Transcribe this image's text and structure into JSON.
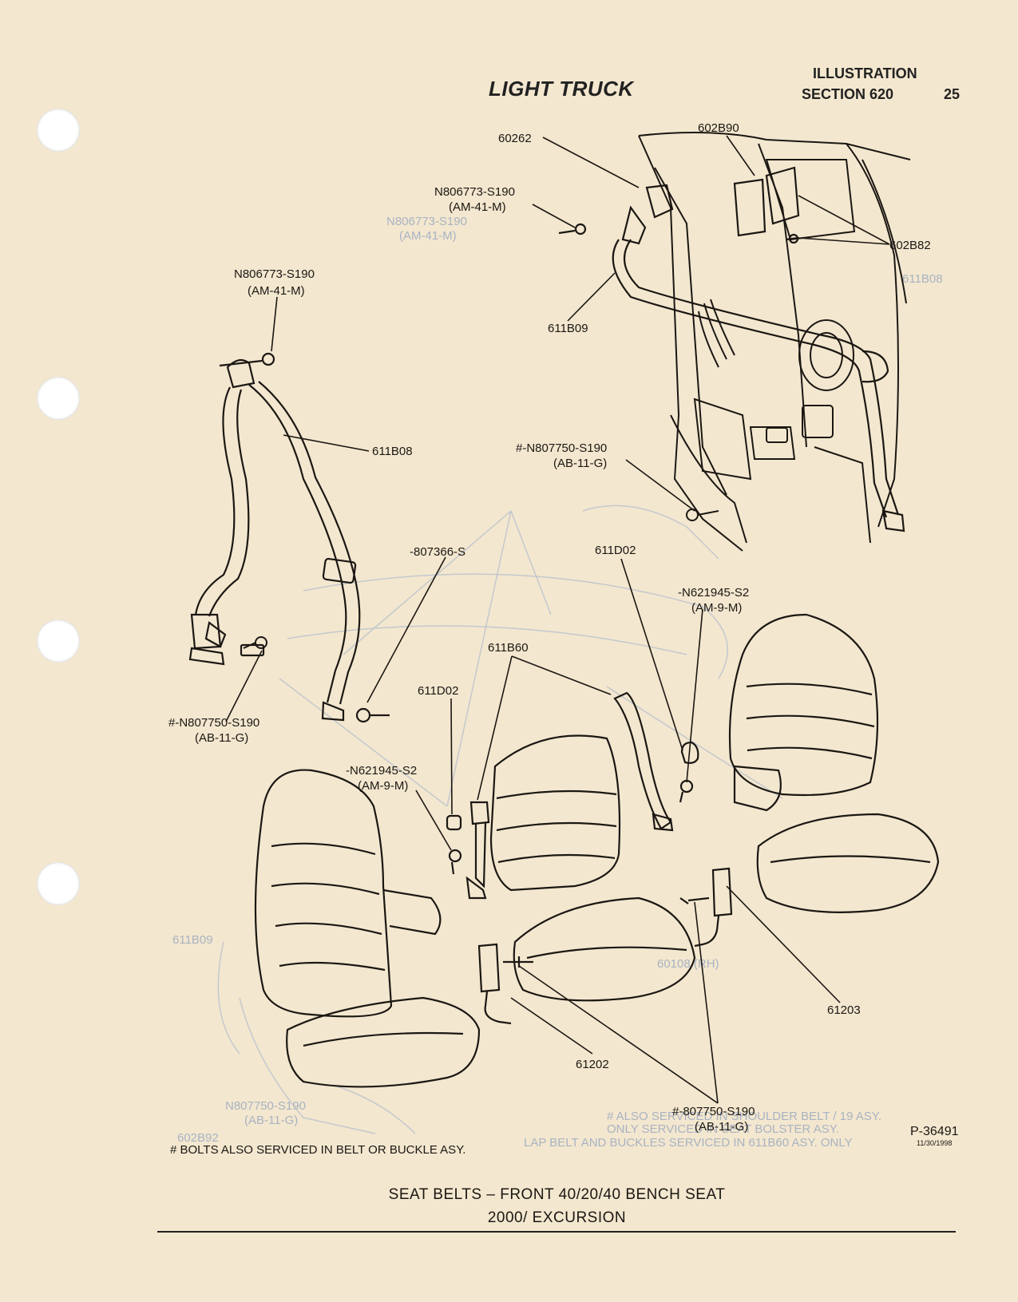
{
  "header": {
    "title": "LIGHT TRUCK",
    "illustration": "ILLUSTRATION",
    "section": "SECTION 620",
    "page": "25"
  },
  "callouts": {
    "c60262": "60262",
    "c602B90": "602B90",
    "cNutTop_part": "N806773-S190",
    "cNutTop_code": "(AM-41-M)",
    "c602B82": "602B82",
    "c611B09": "611B09",
    "cNutLeft_part": "N806773-S190",
    "cNutLeft_code": "(AM-41-M)",
    "c611B08": "611B08",
    "cBoltB_part": "#-N807750-S190",
    "cBoltB_code": "(AB-11-G)",
    "c807366": "-807366-S",
    "c611D02_a": "611D02",
    "cN621945_R_part": "-N621945-S2",
    "cN621945_R_code": "(AM-9-M)",
    "cBoltA_part": "#-N807750-S190",
    "cBoltA_code": "(AB-11-G)",
    "c611B60": "611B60",
    "c611D02_b": "611D02",
    "cN621945_L_part": "-N621945-S2",
    "cN621945_L_code": "(AM-9-M)",
    "c61203": "61203",
    "c61202": "61202",
    "cBoltC_part": "#-807750-S190",
    "cBoltC_code": "(AB-11-G)"
  },
  "ghost_labels": {
    "g1": "N806773-S190",
    "g2": "(AM-41-M)",
    "g3": "611B08",
    "g4": "611B09",
    "g5": "60108 (RH)",
    "g6": "N807750-S190",
    "g7": "(AB-11-G)",
    "g8": "602B92",
    "g9": "# ALSO SERVICED IN SHOULDER BELT / 19 ASY.",
    "g10": "ONLY SERVICED IN SEAT BOLSTER ASY.",
    "g11": "LAP BELT AND BUCKLES SERVICED IN 611B60 ASY. ONLY"
  },
  "footnote": "# BOLTS ALSO SERVICED IN BELT OR BUCKLE ASY.",
  "reference": {
    "code": "P-36491",
    "date": "11/30/1998"
  },
  "caption": {
    "line1": "SEAT BELTS – FRONT 40/20/40 BENCH SEAT",
    "line2": "2000/ EXCURSION"
  }
}
